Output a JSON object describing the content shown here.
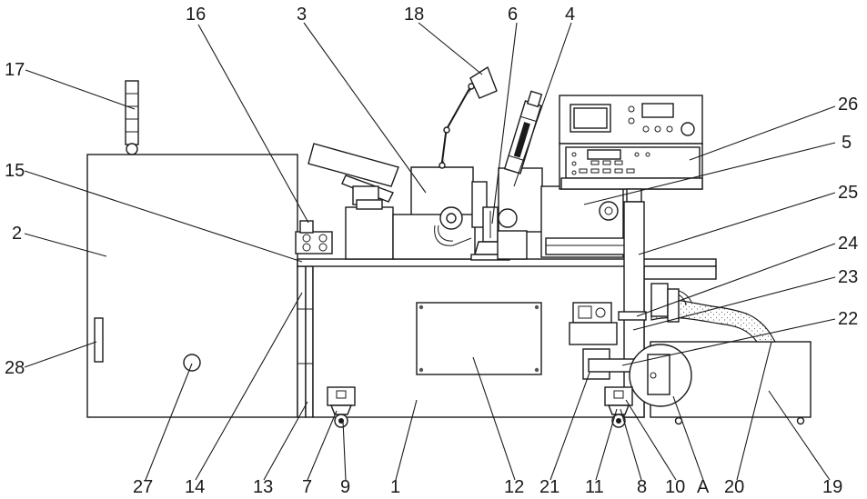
{
  "labels": {
    "l1": "1",
    "l2": "2",
    "l3": "3",
    "l4": "4",
    "l5": "5",
    "l6": "6",
    "l7": "7",
    "l8": "8",
    "l9": "9",
    "l10": "10",
    "l11": "11",
    "l12": "12",
    "l13": "13",
    "l14": "14",
    "l15": "15",
    "l16": "16",
    "l17": "17",
    "l18": "18",
    "l19": "19",
    "l20": "20",
    "l21": "21",
    "l22": "22",
    "l23": "23",
    "l24": "24",
    "l25": "25",
    "l26": "26",
    "l27": "27",
    "l28": "28",
    "lA": "A"
  }
}
